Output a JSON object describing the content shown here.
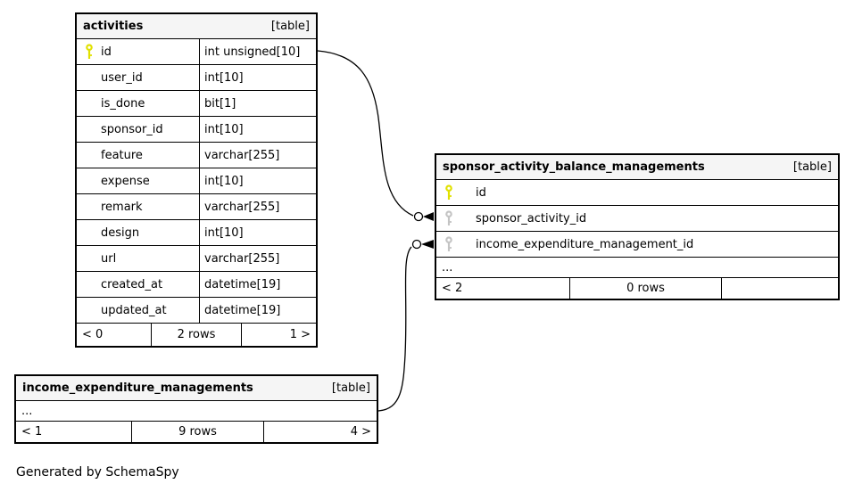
{
  "generator_note": "Generated by SchemaSpy",
  "colors": {
    "header_bg": "#f5f5f5",
    "border": "#000000",
    "primary_key": "#e1e100",
    "foreign_key": "#c4c4c4",
    "background": "#ffffff"
  },
  "tables": [
    {
      "title": "activities",
      "tag": "[table]",
      "columns": [
        {
          "name": "id",
          "type": "int unsigned[10]",
          "key": "primary"
        },
        {
          "name": "user_id",
          "type": "int[10]",
          "key": null
        },
        {
          "name": "is_done",
          "type": "bit[1]",
          "key": null
        },
        {
          "name": "sponsor_id",
          "type": "int[10]",
          "key": null
        },
        {
          "name": "feature",
          "type": "varchar[255]",
          "key": null
        },
        {
          "name": "expense",
          "type": "int[10]",
          "key": null
        },
        {
          "name": "remark",
          "type": "varchar[255]",
          "key": null
        },
        {
          "name": "design",
          "type": "int[10]",
          "key": null
        },
        {
          "name": "url",
          "type": "varchar[255]",
          "key": null
        },
        {
          "name": "created_at",
          "type": "datetime[19]",
          "key": null
        },
        {
          "name": "updated_at",
          "type": "datetime[19]",
          "key": null
        }
      ],
      "footer": {
        "left": "< 0",
        "center": "2 rows",
        "right": "1 >"
      }
    },
    {
      "title": "sponsor_activity_balance_managements",
      "tag": "[table]",
      "columns": [
        {
          "name": "id",
          "key": "primary"
        },
        {
          "name": "sponsor_activity_id",
          "key": "foreign"
        },
        {
          "name": "income_expenditure_management_id",
          "key": "foreign"
        }
      ],
      "ellipsis": "...",
      "footer": {
        "left": "< 2",
        "center": "0 rows",
        "right": ""
      }
    },
    {
      "title": "income_expenditure_managements",
      "tag": "[table]",
      "ellipsis": "...",
      "footer": {
        "left": "< 1",
        "center": "9 rows",
        "right": "4 >"
      }
    }
  ],
  "relationships": [
    {
      "from": "activities.id",
      "to": "sponsor_activity_balance_managements.sponsor_activity_id"
    },
    {
      "from": "income_expenditure_managements",
      "to": "sponsor_activity_balance_managements.income_expenditure_management_id"
    }
  ]
}
